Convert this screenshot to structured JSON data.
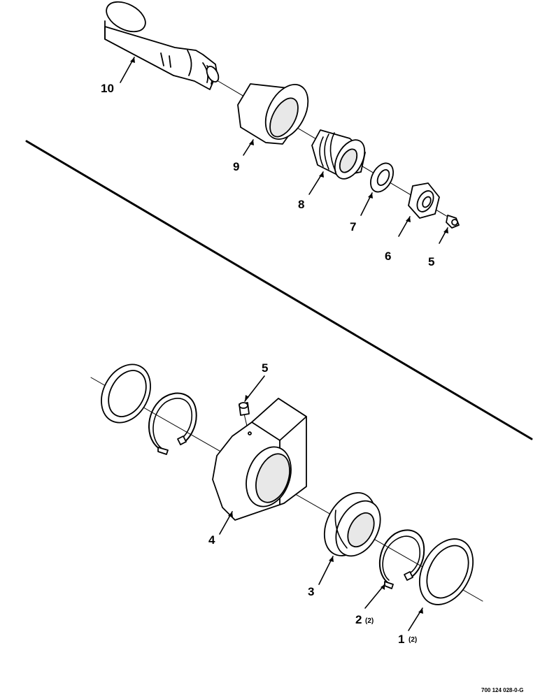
{
  "callouts": {
    "top": [
      "10",
      "9",
      "8",
      "7",
      "6",
      "5"
    ],
    "bottom": [
      "5",
      "4",
      "3",
      "2",
      "1"
    ]
  },
  "quantities": {
    "part2": "(2)",
    "part1": "(2)"
  },
  "figure_number": "700 124 028-0-G"
}
